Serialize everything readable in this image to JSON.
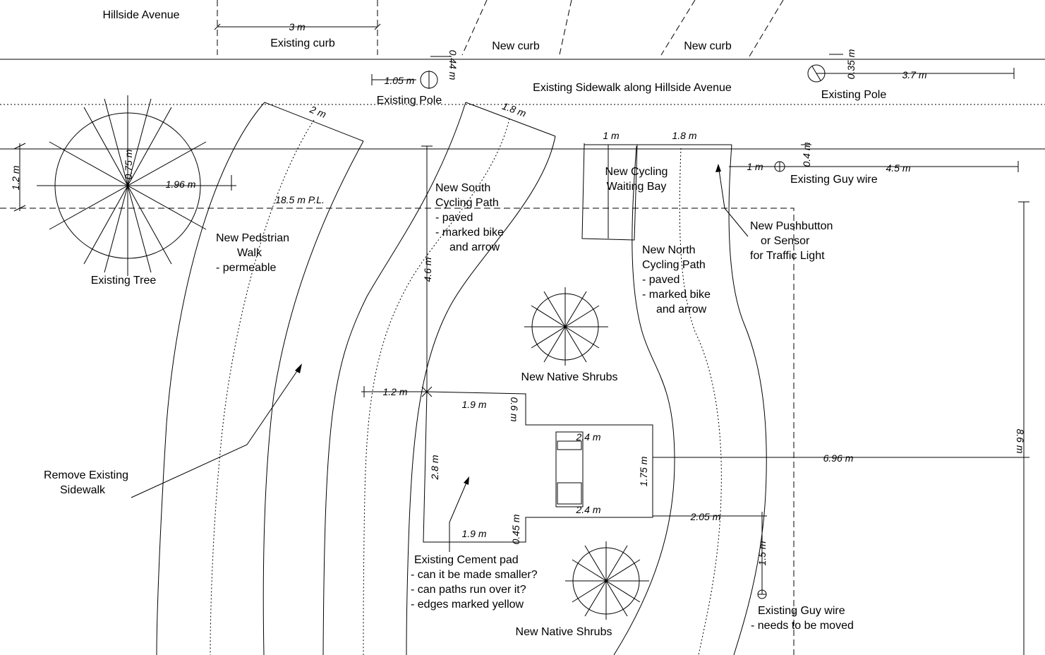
{
  "labels": {
    "street": "Hillside Avenue",
    "existing_curb": "Existing curb",
    "new_curb_1": "New curb",
    "new_curb_2": "New curb",
    "existing_sidewalk": "Existing Sidewalk along Hillside Avenue",
    "existing_pole_1": "Existing Pole",
    "existing_pole_2": "Existing Pole",
    "existing_tree": "Existing Tree",
    "pedestrian_walk": [
      "New Pedstrian",
      "Walk",
      "- permeable"
    ],
    "south_path": [
      "New South",
      "Cycling Path",
      "- paved",
      "- marked bike",
      "and arrow"
    ],
    "waiting_bay": [
      "New Cycling",
      "Waiting Bay"
    ],
    "north_path": [
      "New North",
      "Cycling Path",
      "- paved",
      "- marked bike",
      "and arrow"
    ],
    "pushbutton": [
      "New Pushbutton",
      "or Sensor",
      "for Traffic Light"
    ],
    "guy_wire_1": "Existing Guy wire",
    "guy_wire_2": [
      "Existing Guy wire",
      "- needs to be moved"
    ],
    "shrubs_1": "New Native Shrubs",
    "shrubs_2": "New Native Shrubs",
    "remove_sidewalk": [
      "Remove Existing",
      "Sidewalk"
    ],
    "cement_pad": [
      "Existing Cement pad",
      "- can it be made smaller?",
      "- can paths run over it?",
      "- edges marked yellow"
    ]
  },
  "dimensions": {
    "d3m": "3 m",
    "d105": "1.05 m",
    "d044": "0.44 m",
    "d035": "0.35 m",
    "d37": "3.7 m",
    "d2m": "2 m",
    "d18a": "1.8 m",
    "d1a": "1 m",
    "d18b": "1.8 m",
    "d04": "0.4 m",
    "d1b": "1 m",
    "d45": "4.5 m",
    "d12a": "1.2 m",
    "d075": "0.75 m",
    "d196": "1.96 m",
    "d185": "18.5 m P.L.",
    "d46": "4.6 m",
    "d12b": "1.2 m",
    "d19a": "1.9 m",
    "d06": "0.6 m",
    "d24a": "2.4 m",
    "d28": "2.8 m",
    "d175": "1.75 m",
    "d24b": "2.4 m",
    "d19b": "1.9 m",
    "d045": "0.45 m",
    "d696": "6.96 m",
    "d205": "2.05 m",
    "d15": "1.5 m",
    "d86": "8.6 m"
  }
}
